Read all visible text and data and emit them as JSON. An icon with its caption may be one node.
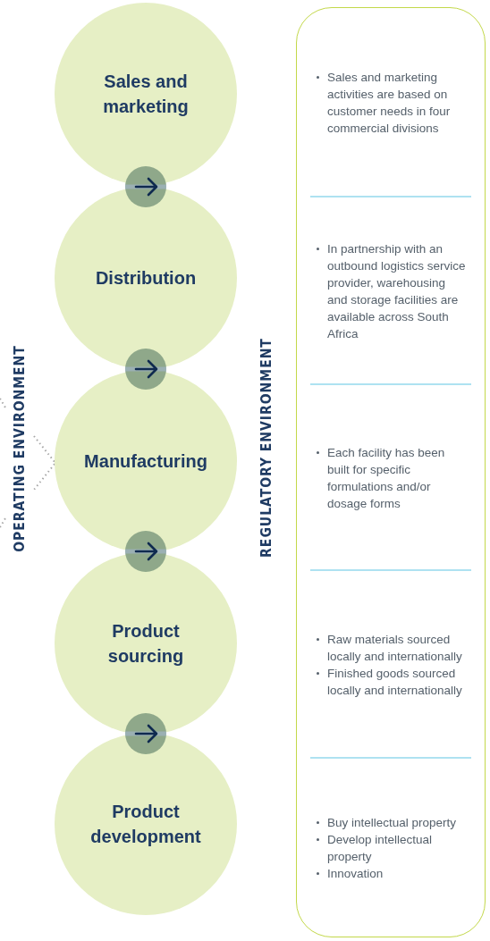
{
  "diagram": {
    "nodes": [
      {
        "text": [
          "Sales and marketing"
        ]
      },
      {
        "text": [
          "Distribution"
        ]
      },
      {
        "text": [
          "Manufacturing"
        ]
      },
      {
        "text": [
          "Product sourcing"
        ]
      },
      {
        "text": [
          "Product development"
        ]
      },
      {
        "text": [],
        "shape": "box"
      },
      {
        "text": [
          "Sales and marketing activities are based on customer needs in four commercial divisions"
        ],
        "in": 5
      },
      {
        "text": [
          "In partnership with an outbound logistics service provider, warehousing and storage facilities are available across South Africa"
        ],
        "in": 5
      },
      {
        "text": [
          "Each facility has been built for specific formulations and/or dosage forms"
        ],
        "in": 5
      },
      {
        "text": [
          "Raw materials sourced locally and internationally",
          "Finished goods sourced locally and internationally"
        ],
        "in": 5
      },
      {
        "text": [
          "Buy intellectual property",
          "Develop intellectual property",
          "Innovation"
        ],
        "in": 5
      }
    ],
    "labels": [
      "OPERATING ENVIRONMENT",
      "REGULATORY ENVIRONMENT"
    ]
  }
}
